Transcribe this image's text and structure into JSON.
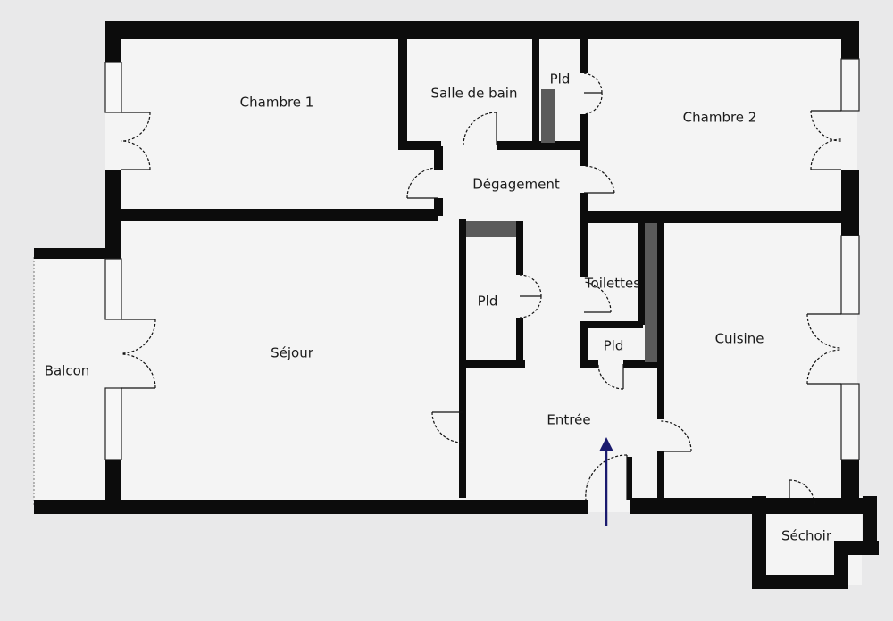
{
  "plan": {
    "rooms": {
      "chambre1": "Chambre 1",
      "salle_de_bain": "Salle de bain",
      "pld_top": "Pld",
      "chambre2": "Chambre 2",
      "degagement": "Dégagement",
      "sejour": "Séjour",
      "pld_middle": "Pld",
      "toilettes": "Toilettes",
      "pld_small": "Pld",
      "cuisine": "Cuisine",
      "balcon": "Balcon",
      "entree": "Entrée",
      "sechoir": "Séchoir"
    },
    "entry_arrow_color": "#1a1a6e",
    "wall_color": "#0c0c0c"
  }
}
